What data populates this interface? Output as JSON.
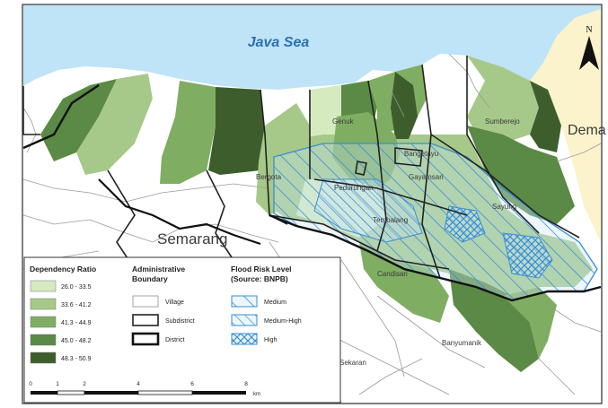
{
  "map": {
    "sea_label": "Java Sea",
    "north_label": "N",
    "places": {
      "semarang": "Semarang",
      "demak": "Dema",
      "genuk": "Genuk",
      "sayung": "Sayung",
      "bergota": "Bergota",
      "bangetayu": "Bangetayu",
      "pedurungan": "Pedurungan",
      "gayamsari": "Gayamsari",
      "tembalang": "Tembalang",
      "candisari": "Candisari",
      "banyumanik": "Banyumanik",
      "sumberejo": "Sumberejo",
      "sekaran": "Sekaran"
    }
  },
  "legend": {
    "dependency": {
      "title": "Dependency Ratio",
      "classes": [
        {
          "label": "26.0 - 33.5",
          "color": "#d6eac0"
        },
        {
          "label": "33.6 - 41.2",
          "color": "#a6c98a"
        },
        {
          "label": "41.3 - 44.9",
          "color": "#7fae63"
        },
        {
          "label": "45.0 - 48.2",
          "color": "#5a8a45"
        },
        {
          "label": "48.3 - 50.9",
          "color": "#3d5e2c"
        }
      ]
    },
    "admin": {
      "title_line1": "Administrative",
      "title_line2": "Boundary",
      "items": [
        {
          "label": "Village"
        },
        {
          "label": "Subdistrict"
        },
        {
          "label": "District"
        }
      ]
    },
    "flood": {
      "title_line1": "Flood Risk Level",
      "title_line2": "(Source: BNPB)",
      "items": [
        {
          "label": "Medium"
        },
        {
          "label": "Medium-High"
        },
        {
          "label": "High"
        }
      ]
    },
    "scale": {
      "ticks": [
        "0",
        "1",
        "2",
        "4",
        "6",
        "8"
      ],
      "unit": "km"
    }
  },
  "colors": {
    "sea": "#bfe3f7",
    "land": "#ffffff",
    "demak": "#fbf3cc",
    "flood_blue": "#3a8ed3",
    "flood_fill": "#cfe9f6"
  }
}
